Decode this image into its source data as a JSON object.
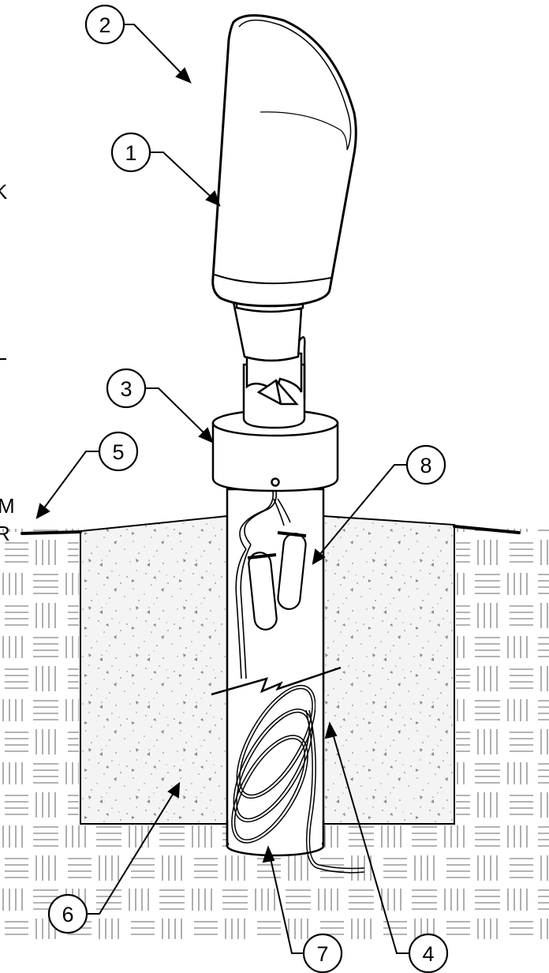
{
  "callouts": [
    {
      "id": "1",
      "label": "1"
    },
    {
      "id": "2",
      "label": "2"
    },
    {
      "id": "3",
      "label": "3"
    },
    {
      "id": "4",
      "label": "4"
    },
    {
      "id": "5",
      "label": "5"
    },
    {
      "id": "6",
      "label": "6"
    },
    {
      "id": "7",
      "label": "7"
    },
    {
      "id": "8",
      "label": "8"
    }
  ],
  "edge_text": [
    "K",
    "M",
    "R"
  ],
  "colors": {
    "line": "#000000",
    "concrete": "#f2f2f2",
    "speckle": "#8a8a8a",
    "soil_hatch": "#9a9a9a"
  }
}
